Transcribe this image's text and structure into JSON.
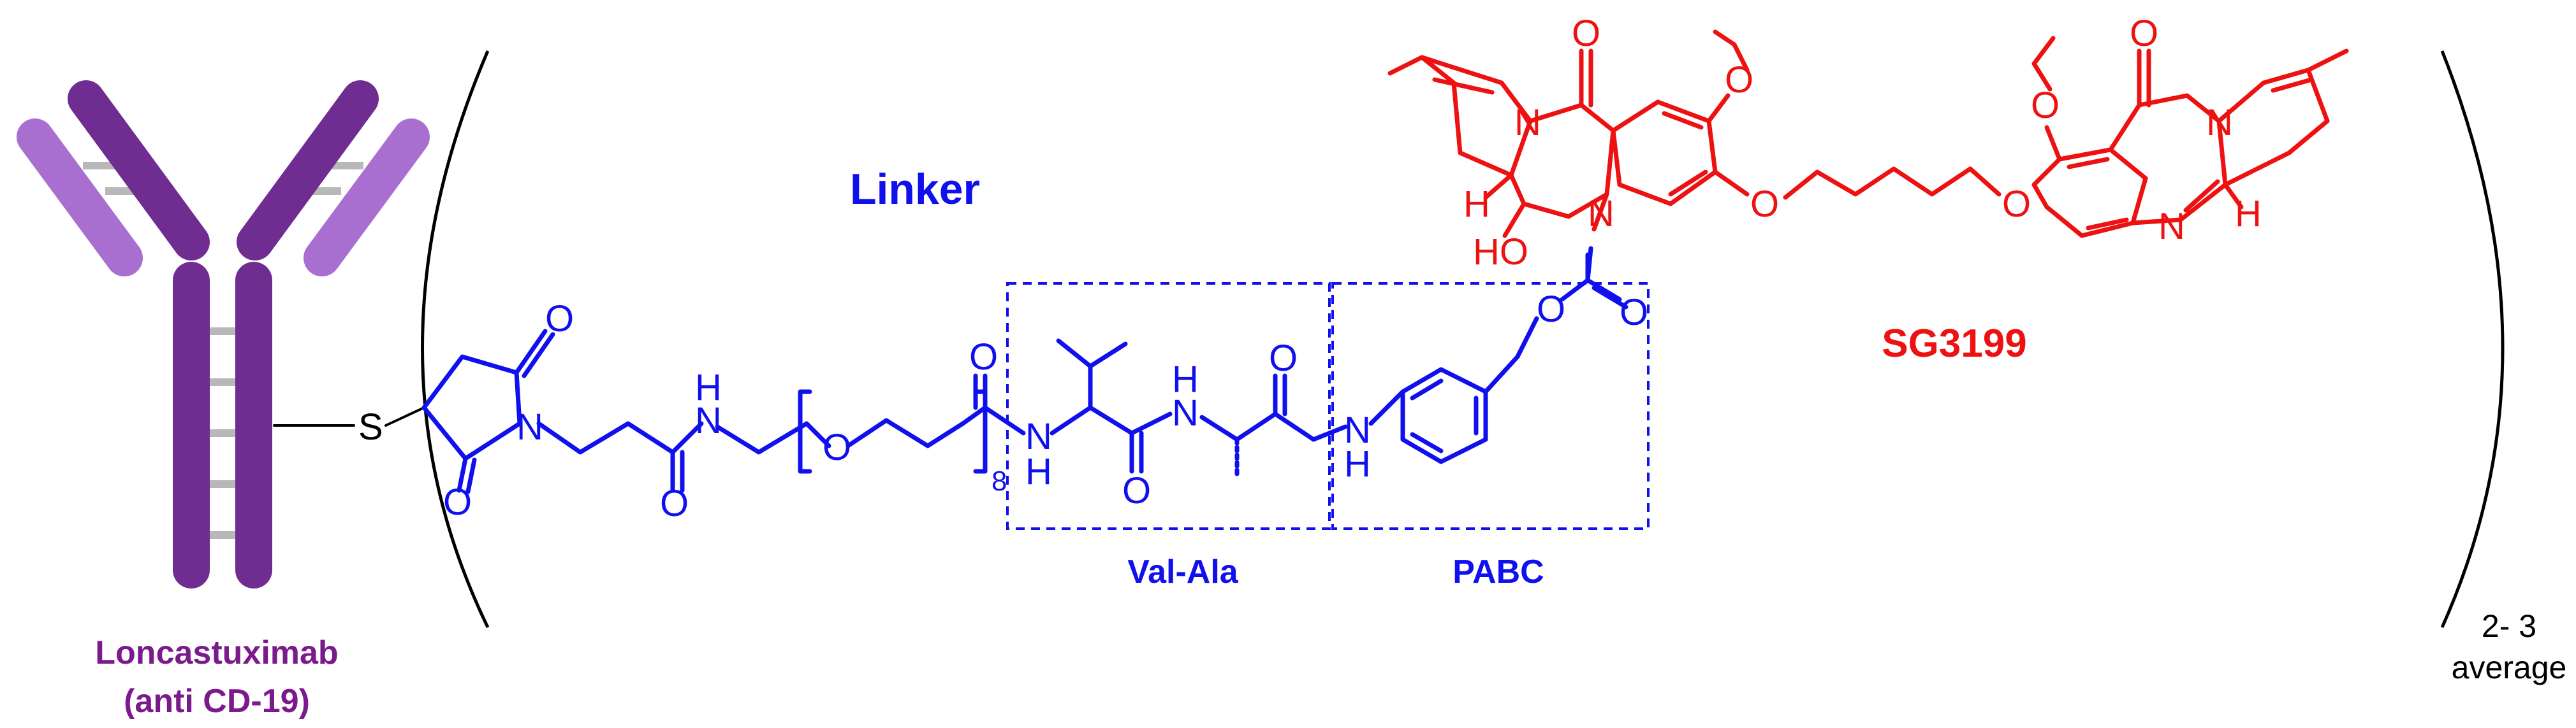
{
  "colors": {
    "antibody_dark": "#6f2c91",
    "antibody_light": "#a86fd0",
    "hinge_gray": "#b8b8b8",
    "linker_blue": "#1010ee",
    "payload_red": "#ee1111",
    "antibody_label": "#7b1a8c",
    "bracket_black": "#000000"
  },
  "labels": {
    "antibody_name": "Loncastuximab",
    "antibody_target": "(anti CD-19)",
    "linker": "Linker",
    "dipeptide": "Val-Ala",
    "spacer": "PABC",
    "payload": "SG3199",
    "dar_range": "2- 3",
    "dar_unit": "average"
  },
  "atoms": {
    "sulfur": "S",
    "oxygen": "O",
    "nitrogen": "N",
    "hydrogen": "H",
    "nh": "N",
    "hydroxyl": "HO",
    "peg_repeat": "8"
  },
  "icons": {
    "antibody": "y-shaped-antibody-icon"
  }
}
